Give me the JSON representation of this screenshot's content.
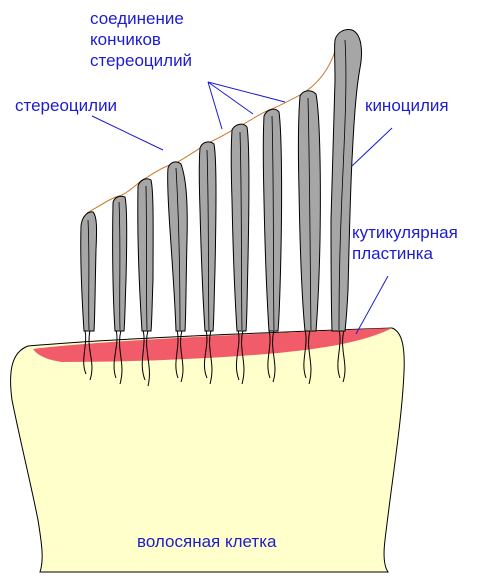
{
  "labels": {
    "tip_links_line1": "соединение",
    "tip_links_line2": "кончиков",
    "tip_links_line3": "стереоцилий",
    "stereocilia": "стереоцилии",
    "kinocilium": "киноцилия",
    "cuticular_plate_line1": "кутикулярная",
    "cuticular_plate_line2": "пластинка",
    "hair_cell": "волосяная клетка"
  },
  "colors": {
    "label_text": "#1c1cd0",
    "pointer_line": "#1c1cd0",
    "cell_body": "#ffffcc",
    "cuticular_plate": "#f25c6a",
    "stereocilium_fill": "#a6a6a6",
    "tip_link": "#c8762a",
    "outline": "#000000"
  }
}
